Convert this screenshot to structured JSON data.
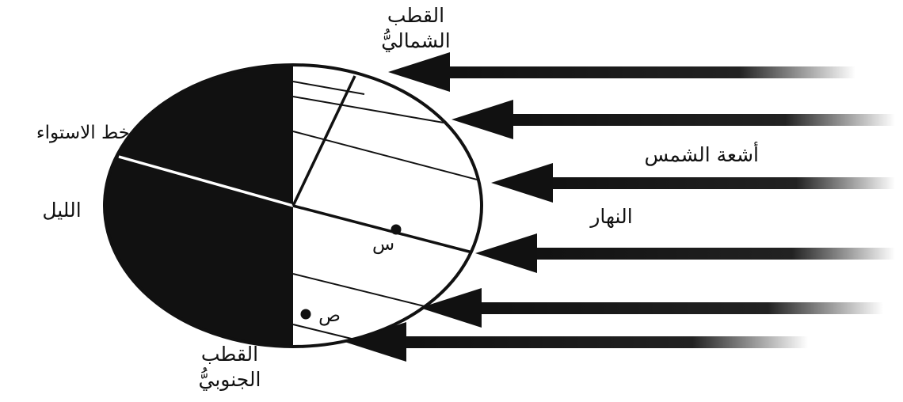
{
  "labels": {
    "north_pole_line1": "القطب",
    "north_pole_line2": "الشماليُّ",
    "equator": "خط الاستواء",
    "night": "الليل",
    "day": "النهار",
    "sun_rays": "أشعة الشمس",
    "south_pole_line1": "القطب",
    "south_pole_line2": "الجنوبيُّ",
    "point_x": "س",
    "point_y": "ص"
  },
  "colors": {
    "ink": "#111111",
    "night_fill": "#111111",
    "day_fill": "#ffffff",
    "ray_fade": "#ffffff"
  },
  "icons": {
    "ray": "left-pointing-arrow"
  },
  "ray_count": 6
}
